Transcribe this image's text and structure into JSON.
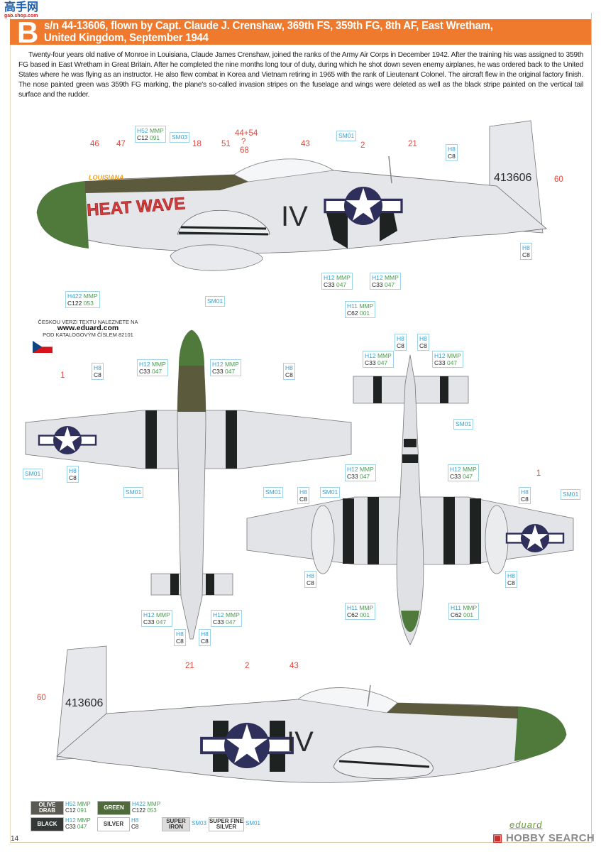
{
  "header": {
    "profile_letter": "B",
    "title_line1": "s/n 44-13606, flown by Capt. Claude J. Crenshaw, 369th FS, 359th FG, 8th AF, East Wretham,",
    "title_line2": "United Kingdom, September 1944",
    "accent_color": "#ef7a2e"
  },
  "watermark_top": {
    "logo": "高手网",
    "url": "gao.shop.com"
  },
  "intro_text": "Twenty-four years old native of Monroe in Louisiana, Claude James Crenshaw, joined the ranks of the Army Air Corps in December 1942. After the training his was assigned to 359th FG based in East Wretham in Great Britain. After he completed the nine months long tour of duty, during which he shot down seven enemy airplanes, he was ordered back to the United States where he was flying as an instructor. He also flew combat in Korea and Vietnam retiring in 1965 with the rank of Lieutenant Colonel. The aircraft flew in the original factory finish. The nose painted green was 359th FG marking, the plane's so-called invasion stripes on the fuselage and wings were deleted as well as the black stripe painted on the vertical tail surface and the rudder.",
  "czech_note": {
    "line1": "ČESKOU VERZI TEXTU NALEZNETE NA",
    "url": "www.eduard.com",
    "line3": "POD KATALOGOVÝM ČÍSLEM 82101",
    "flag_icon": "czech-flag"
  },
  "aircraft_markings": {
    "nose_art_name": "LOUISIANA",
    "nose_art_title": "HEAT WAVE",
    "squadron_code": "IV",
    "serial": "413606"
  },
  "markings": [
    "46",
    "47",
    "18",
    "51",
    "44+54",
    "?",
    "68",
    "43",
    "2",
    "21",
    "60",
    "1",
    "1",
    "21",
    "2",
    "43",
    "60"
  ],
  "paints": {
    "H52": {
      "h": "H52",
      "m": "MMP",
      "c": "C12",
      "c2": "091"
    },
    "H422": {
      "h": "H422",
      "m": "MMP",
      "c": "C122",
      "c2": "053"
    },
    "H12": {
      "h": "H12",
      "m": "MMP",
      "c": "C33",
      "c2": "047"
    },
    "H11": {
      "h": "H11",
      "m": "MMP",
      "c": "C62",
      "c2": "001"
    },
    "H8": {
      "h": "H8",
      "m": "",
      "c": "C8",
      "c2": ""
    },
    "SM01": {
      "sm": "SM01"
    },
    "SM03": {
      "sm": "SM03"
    }
  },
  "legend": [
    {
      "name": "OLIVE\nDRAB",
      "h": "H52",
      "m": "MMP",
      "c": "C12",
      "c2": "091",
      "color": "#5a5a52",
      "text_color": "#fff"
    },
    {
      "name": "GREEN",
      "h": "H422",
      "m": "MMP",
      "c": "C122",
      "c2": "053",
      "color": "#4f6b3c",
      "text_color": "#fff"
    },
    {
      "name": "BLACK",
      "h": "H12",
      "m": "MMP",
      "c": "C33",
      "c2": "047",
      "color": "#333836",
      "text_color": "#fff"
    },
    {
      "name": "SILVER",
      "h": "H8",
      "m": "",
      "c": "C8",
      "c2": "",
      "color": "#ffffff",
      "text_color": "#333"
    },
    {
      "name": "SUPER\nIRON",
      "h": "SM03",
      "m": "",
      "c": "",
      "c2": "",
      "color": "#dcdcdc",
      "text_color": "#333"
    },
    {
      "name": "SUPER FINE\nSILVER",
      "h": "SM01",
      "m": "",
      "c": "",
      "c2": "",
      "color": "#ffffff",
      "text_color": "#333"
    }
  ],
  "colors": {
    "olive_drab": "#5c5a3c",
    "green": "#4f7a3c",
    "black": "#1e2220",
    "silver": "#e4e6ea",
    "insignia_blue": "#2e2f5a",
    "marking_red": "#e8473c"
  },
  "footer": {
    "page_number": "14",
    "brand_logo": "eduard",
    "watermark": "HOBBY SEARCH"
  }
}
